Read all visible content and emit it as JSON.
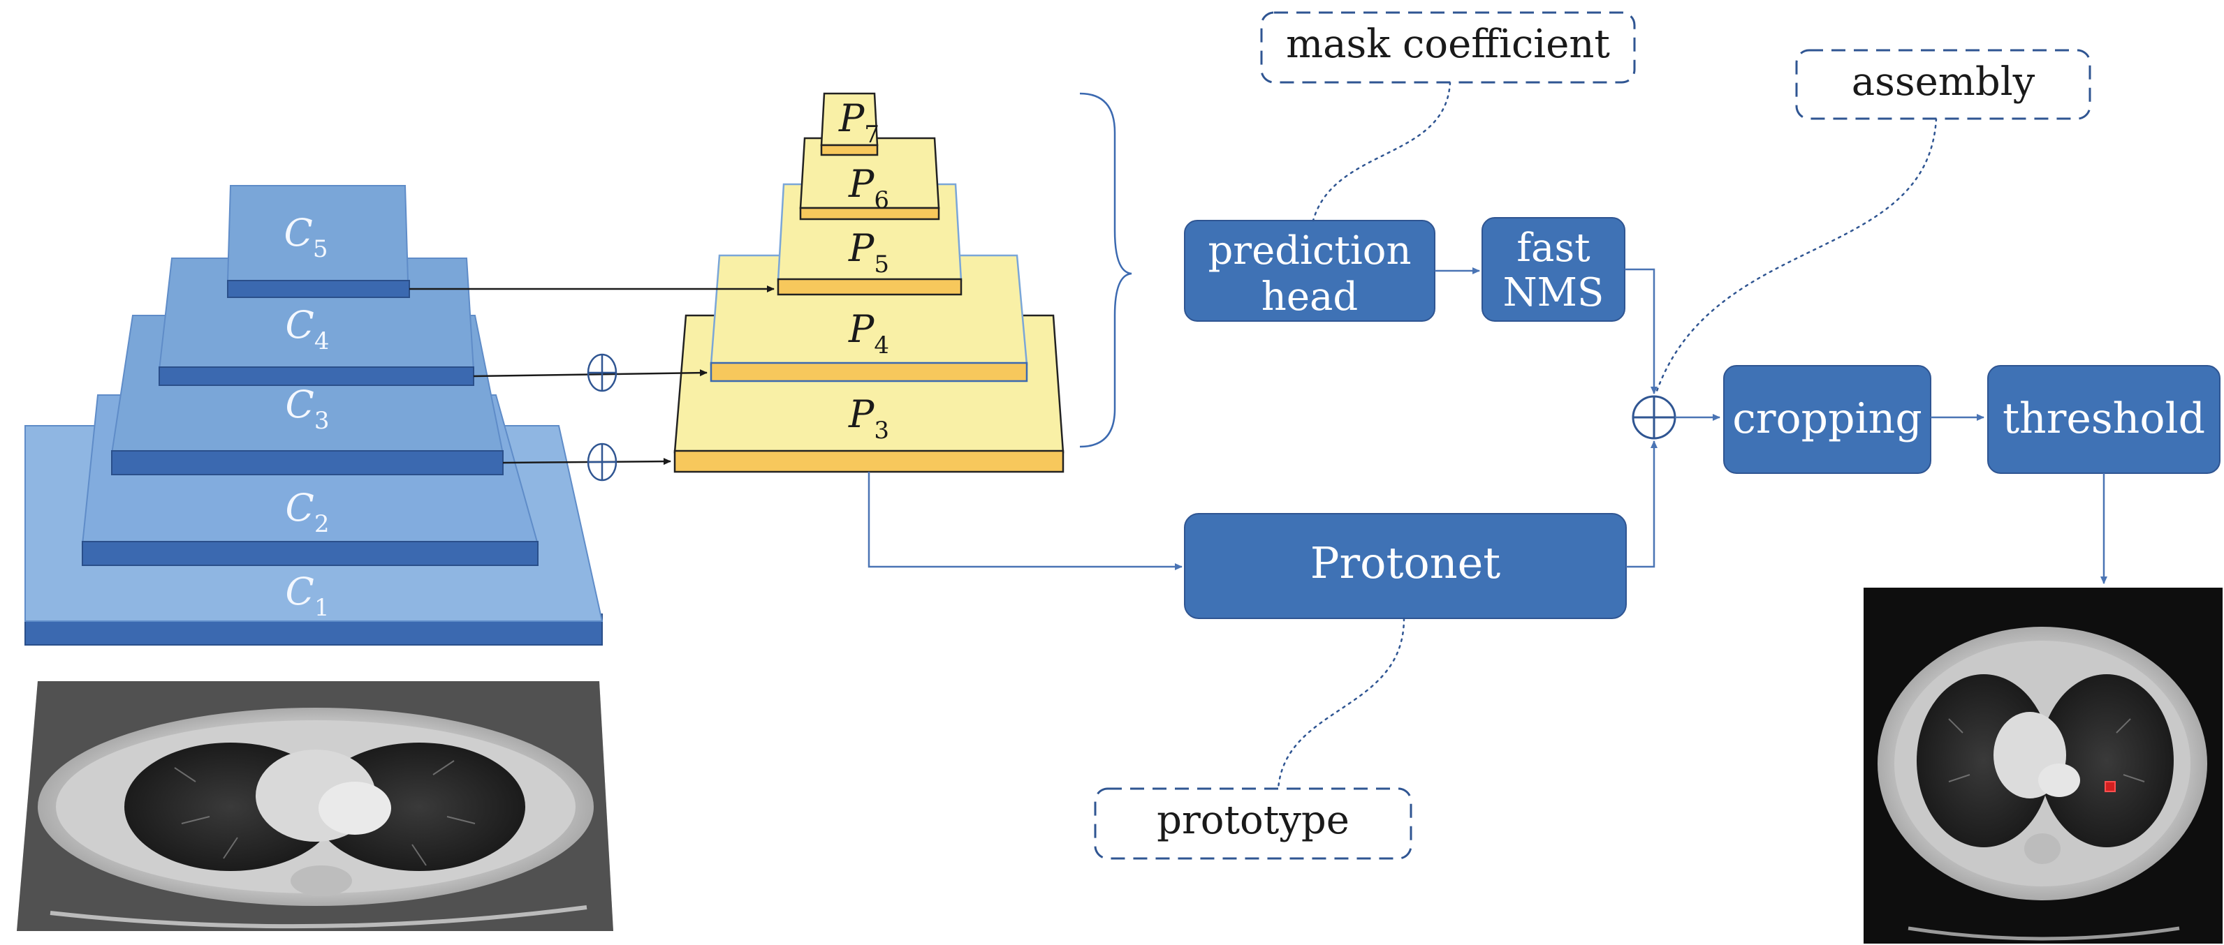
{
  "backbone": {
    "layers": [
      {
        "label": "C",
        "sub": "5"
      },
      {
        "label": "C",
        "sub": "4"
      },
      {
        "label": "C",
        "sub": "3"
      },
      {
        "label": "C",
        "sub": "2"
      },
      {
        "label": "C",
        "sub": "1"
      }
    ]
  },
  "fpn": {
    "layers": [
      {
        "label": "P",
        "sub": "7"
      },
      {
        "label": "P",
        "sub": "6"
      },
      {
        "label": "P",
        "sub": "5"
      },
      {
        "label": "P",
        "sub": "4"
      },
      {
        "label": "P",
        "sub": "3"
      }
    ]
  },
  "blocks": {
    "prediction_head_line1": "prediction",
    "prediction_head_line2": "head",
    "fast_nms_line1": "fast",
    "fast_nms_line2": "NMS",
    "protonet": "Protonet",
    "cropping": "cropping",
    "threshold": "threshold"
  },
  "annotations": {
    "mask_coefficient": "mask coefficient",
    "assembly": "assembly",
    "prototype": "prototype"
  },
  "operators": {
    "add": "⊕"
  },
  "colors": {
    "block_fill": "#3f72b5",
    "block_text": "#ffffff",
    "backbone_fill": "#7aa6d8",
    "backbone_bar": "#3b69b0",
    "fpn_fill": "#f9f0a6",
    "fpn_bar": "#f7c85c",
    "dashed_border": "#2f5592",
    "arrow": "#4a74b4"
  }
}
